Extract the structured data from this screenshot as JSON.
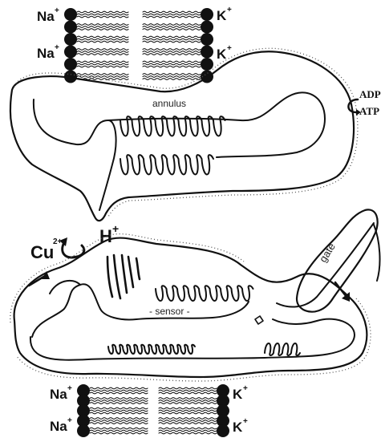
{
  "labels": {
    "na": "Na",
    "k": "K",
    "plus": "+",
    "adp": "ADP",
    "atp": "ATP",
    "annulus": "annulus",
    "cu": "Cu",
    "cu_sup": "2+",
    "h": "H",
    "gate": "gate",
    "sensor": "- sensor -"
  }
}
